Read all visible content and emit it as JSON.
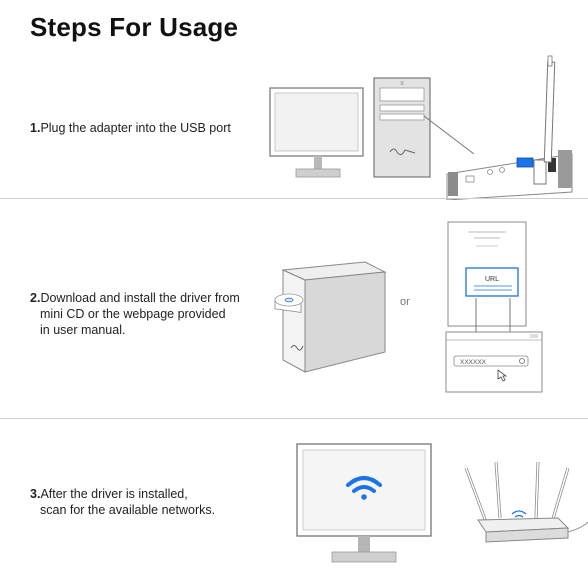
{
  "page": {
    "title": "Steps For Usage"
  },
  "steps": [
    {
      "number": "1.",
      "lines": [
        "Plug the adapter into the USB port"
      ]
    },
    {
      "number": "2.",
      "lines": [
        "Download and install the driver from",
        "mini CD or the webpage provided",
        "in user manual."
      ]
    },
    {
      "number": "3.",
      "lines": [
        "After the driver is installed,",
        "scan for the available networks."
      ]
    }
  ],
  "step2": {
    "or_label": "or",
    "manual_url_label": "URL",
    "browser_address_text": "XXXXXX"
  },
  "colors": {
    "accent_blue": "#1a73e8",
    "line_gray": "#8a8a8a",
    "fill_gray": "#e3e3e3"
  }
}
